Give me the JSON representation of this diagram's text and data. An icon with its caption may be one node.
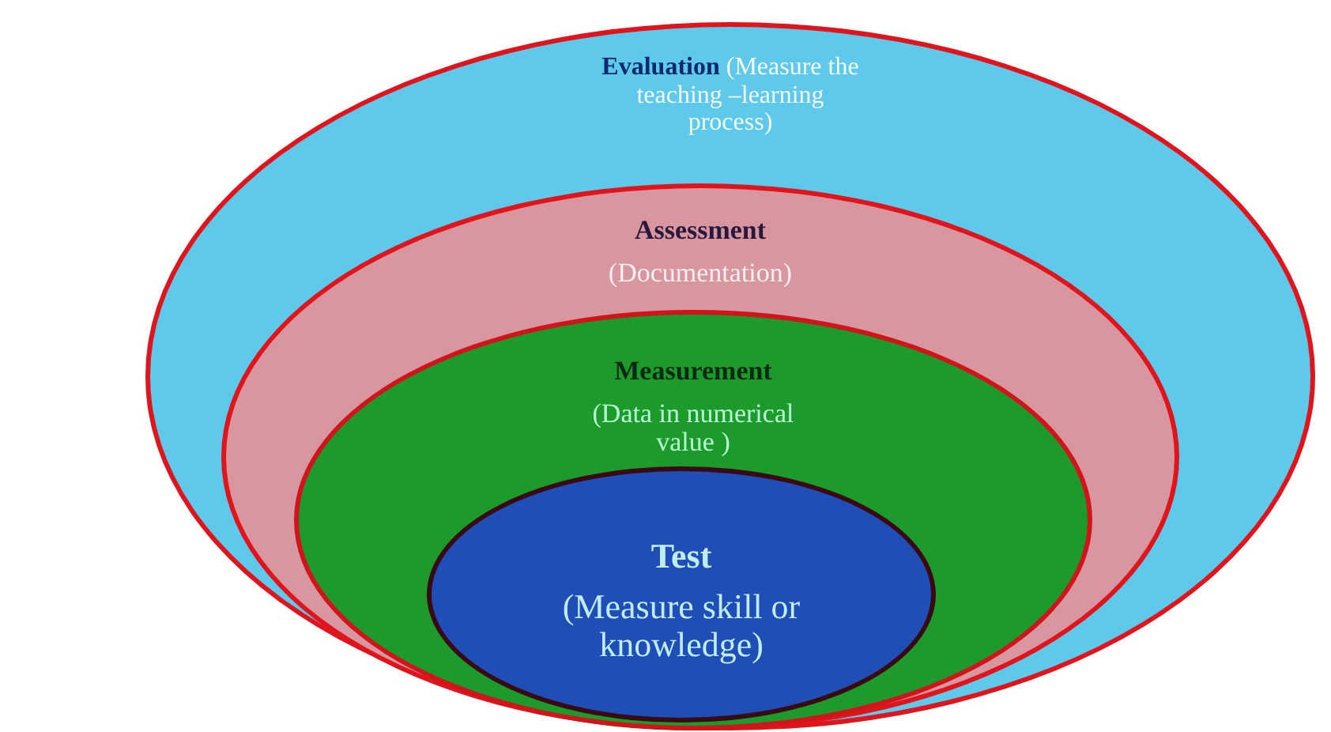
{
  "diagram": {
    "nodes": [
      {
        "text": [
          "Evaluation",
          "(Measure the teaching –learning process)"
        ]
      },
      {
        "text": [
          "Assessment",
          "(Documentation)"
        ],
        "in": 0
      },
      {
        "text": [
          "Measurement",
          "(Data in numerical value )"
        ],
        "in": 1
      },
      {
        "text": [
          "Test",
          "(Measure skill or knowledge)"
        ],
        "in": 2
      }
    ]
  }
}
